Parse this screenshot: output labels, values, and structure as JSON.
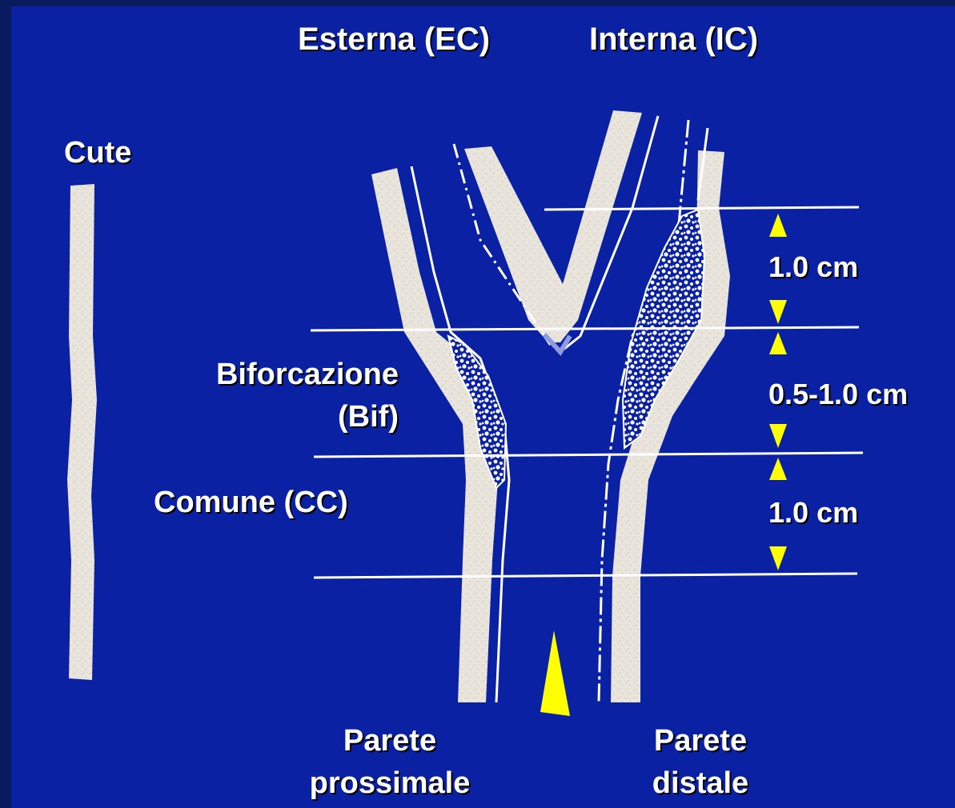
{
  "labels": {
    "external": "Esterna (EC)",
    "internal": "Interna (IC)",
    "skin": "Cute",
    "bifurcation_line1": "Biforcazione",
    "bifurcation_line2": "(Bif)",
    "common": "Comune (CC)",
    "seg_internal": "1.0 cm",
    "seg_bifurcation": "0.5-1.0 cm",
    "seg_common": "1.0 cm",
    "near_wall_line1": "Parete",
    "near_wall_line2": "prossimale",
    "far_wall_line1": "Parete",
    "far_wall_line2": "distale"
  },
  "colors": {
    "background": "#0b21a3",
    "border": "#0a1a5e",
    "wall": "#e9e4dc",
    "plaque": "#ffffff",
    "marker": "#ffff00",
    "text": "#ffffff"
  }
}
